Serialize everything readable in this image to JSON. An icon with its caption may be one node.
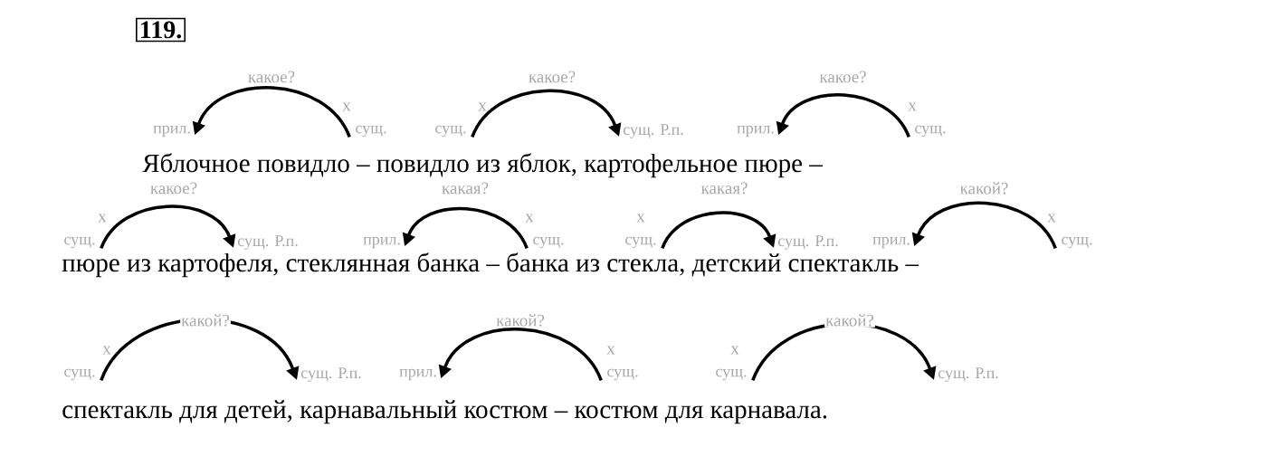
{
  "diagram": {
    "title": "119.",
    "nodes": [
      {
        "text": [
          "прил."
        ]
      },
      {
        "text": [
          "сущ."
        ],
        "beside": [
          "х"
        ]
      },
      {
        "text": [
          "сущ."
        ],
        "beside": [
          "х"
        ]
      },
      {
        "text": [
          "сущ. Р.п."
        ]
      },
      {
        "text": [
          "прил."
        ]
      },
      {
        "text": [
          "сущ."
        ],
        "beside": [
          "х"
        ]
      },
      {
        "text": [
          "сущ."
        ],
        "beside": [
          "х"
        ]
      },
      {
        "text": [
          "сущ. Р.п."
        ]
      },
      {
        "text": [
          "прил."
        ]
      },
      {
        "text": [
          "сущ."
        ],
        "beside": [
          "х"
        ]
      },
      {
        "text": [
          "сущ."
        ],
        "beside": [
          "х"
        ]
      },
      {
        "text": [
          "сущ. Р.п."
        ]
      },
      {
        "text": [
          "прил."
        ]
      },
      {
        "text": [
          "сущ."
        ],
        "beside": [
          "х"
        ]
      },
      {
        "text": [
          "сущ."
        ],
        "beside": [
          "х"
        ]
      },
      {
        "text": [
          "сущ. Р.п."
        ]
      },
      {
        "text": [
          "прил."
        ]
      },
      {
        "text": [
          "сущ."
        ],
        "beside": [
          "х"
        ]
      },
      {
        "text": [
          "сущ."
        ],
        "beside": [
          "х"
        ]
      },
      {
        "text": [
          "сущ. Р.п."
        ]
      }
    ],
    "edges": [
      {
        "from": 1,
        "to": 0,
        "arrow": "to",
        "label": "какое?"
      },
      {
        "from": 2,
        "to": 3,
        "arrow": "to",
        "label": "какое?"
      },
      {
        "from": 5,
        "to": 4,
        "arrow": "to",
        "label": "какое?"
      },
      {
        "from": 6,
        "to": 7,
        "arrow": "to",
        "label": "какое?"
      },
      {
        "from": 9,
        "to": 8,
        "arrow": "to",
        "label": "какая?"
      },
      {
        "from": 10,
        "to": 11,
        "arrow": "to",
        "label": "какая?"
      },
      {
        "from": 13,
        "to": 12,
        "arrow": "to",
        "label": "какой?"
      },
      {
        "from": 14,
        "to": 15,
        "arrow": "to",
        "label": "какой?"
      },
      {
        "from": 17,
        "to": 16,
        "arrow": "to",
        "label": "какой?"
      },
      {
        "from": 18,
        "to": 19,
        "arrow": "to",
        "label": "какой?"
      }
    ],
    "labels": [
      "Яблочное повидло – повидло из яблок, картофельное пюре –",
      "пюре из картофеля, стеклянная банка – банка из стекла, детский спектакль –",
      "спектакль для детей, карнавальный костюм – костюм для карнавала."
    ]
  }
}
